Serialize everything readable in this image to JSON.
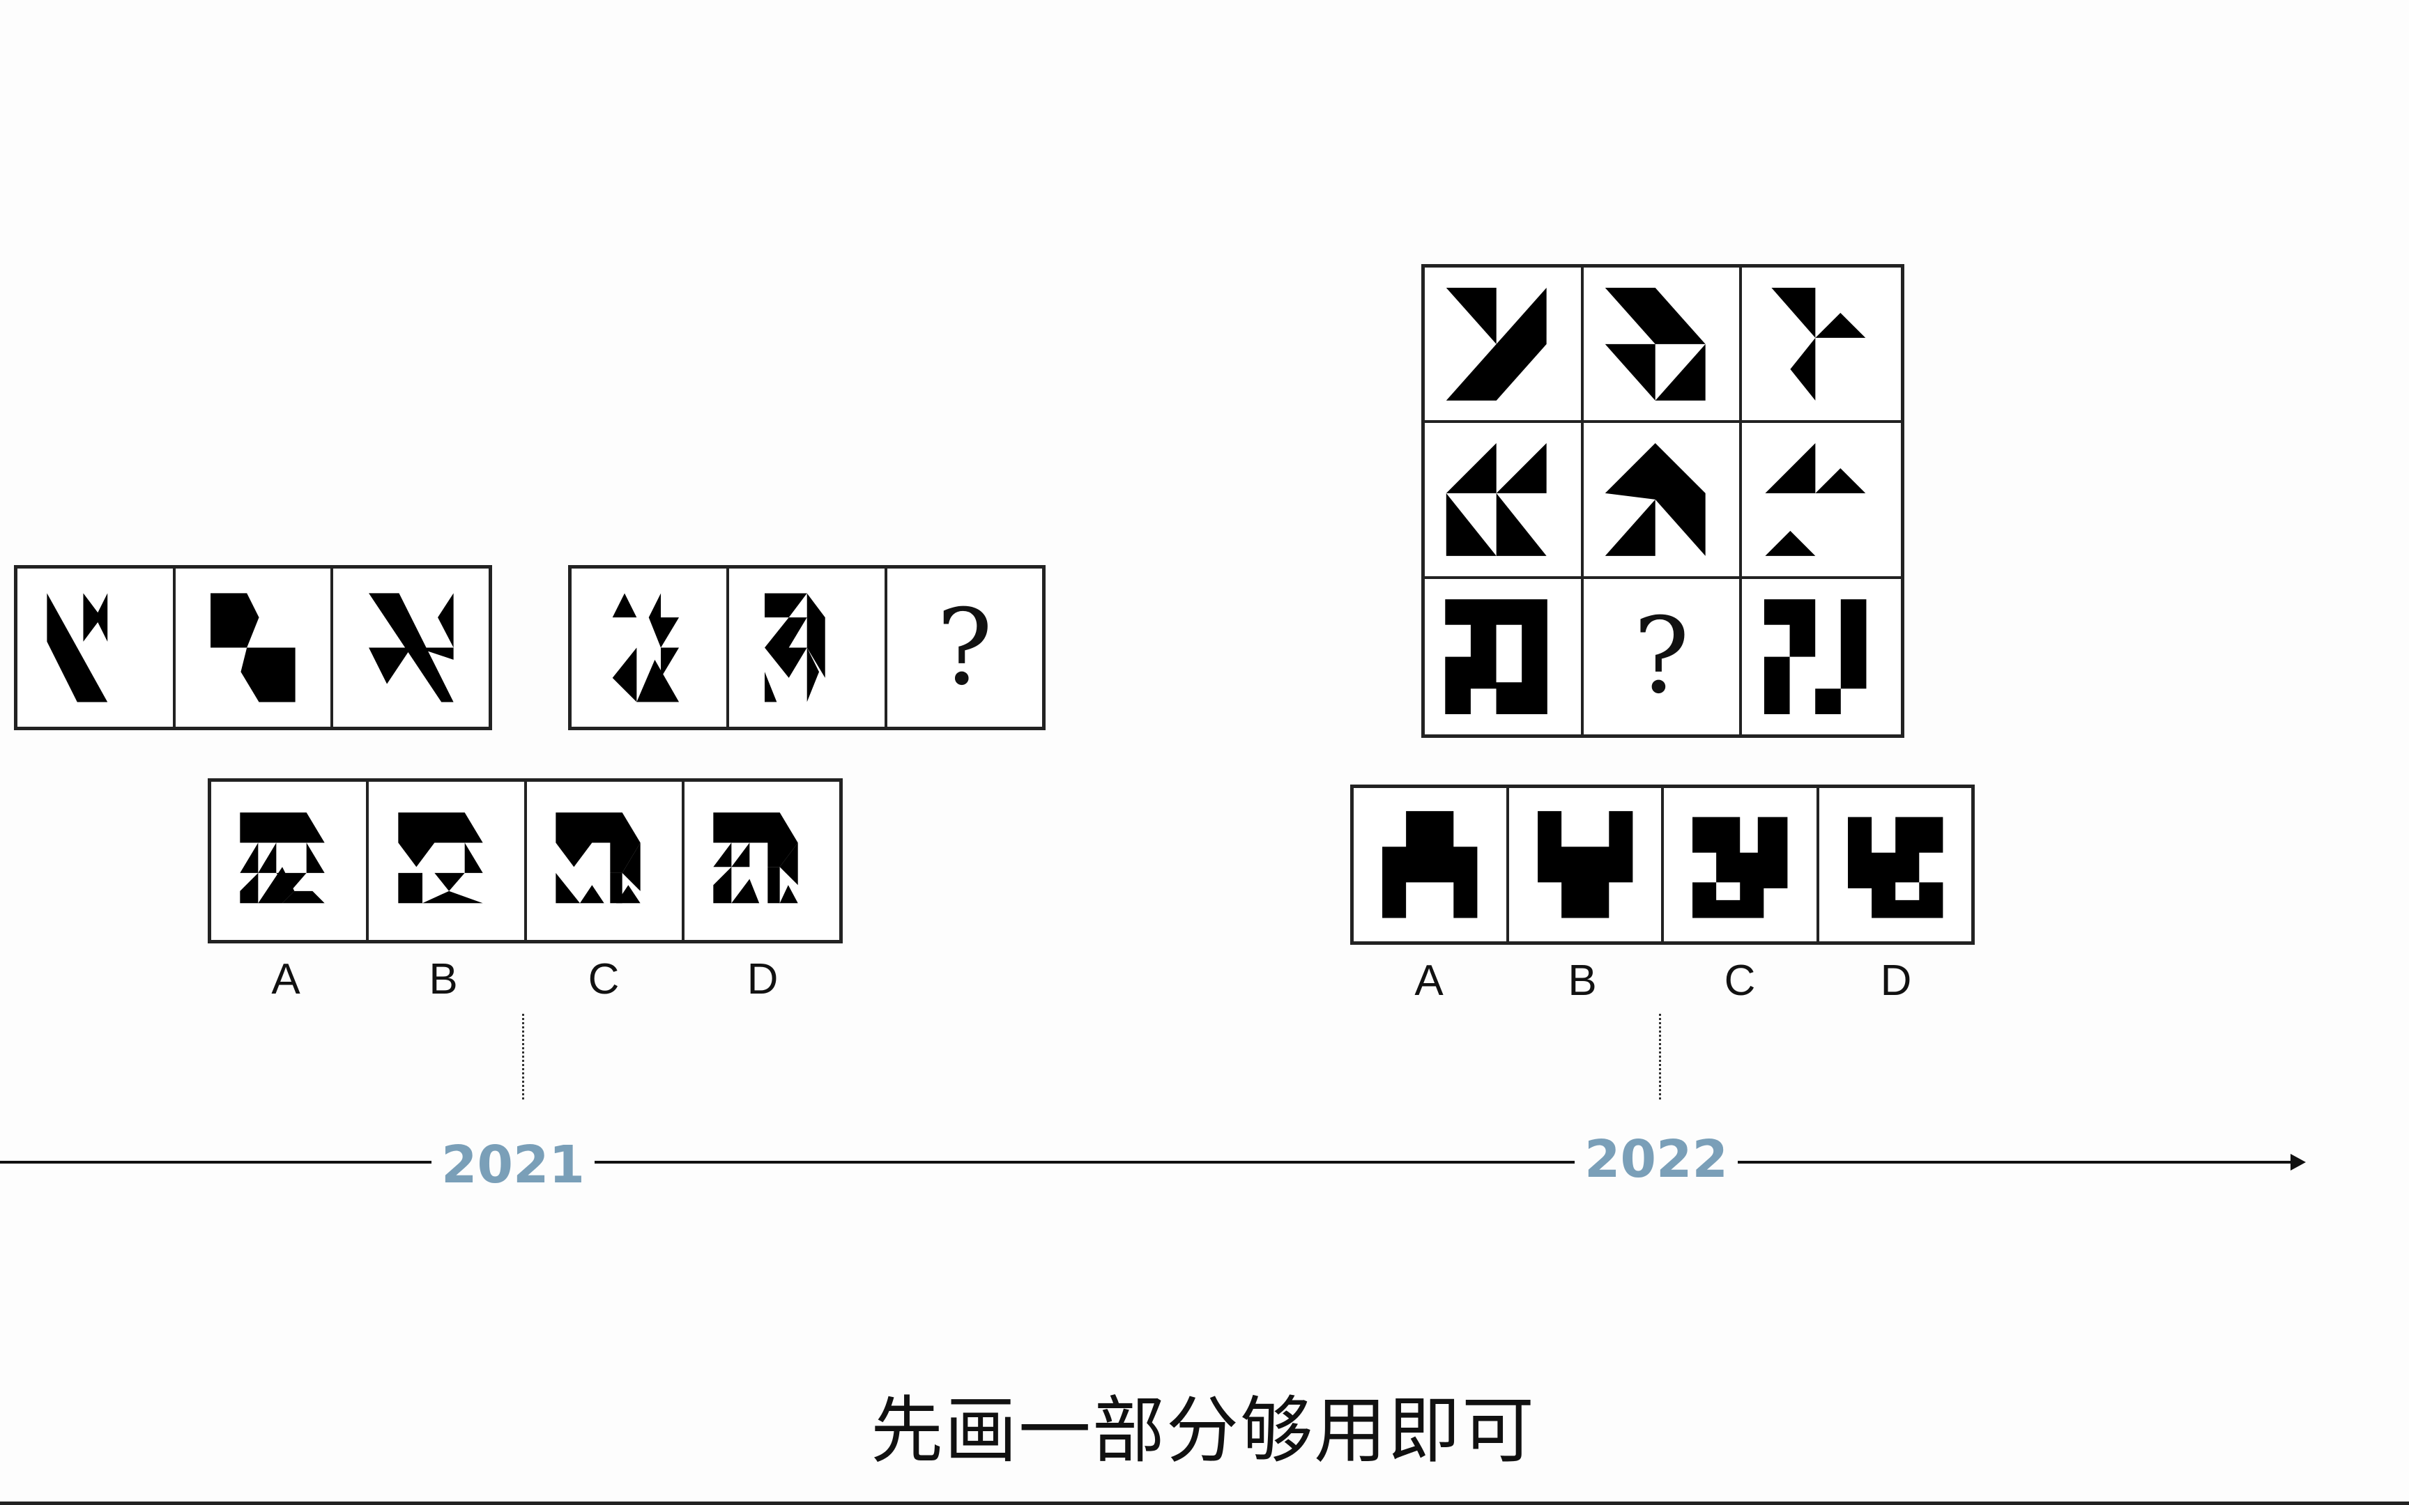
{
  "puzzle_2021": {
    "year_label": "2021",
    "question_group_1": {
      "cells": [
        "figure-1",
        "figure-2",
        "figure-3"
      ]
    },
    "question_group_2": {
      "cells": [
        "figure-4",
        "figure-5",
        "?"
      ]
    },
    "question_mark": "?",
    "options": [
      {
        "label": "A"
      },
      {
        "label": "B"
      },
      {
        "label": "C"
      },
      {
        "label": "D"
      }
    ]
  },
  "puzzle_2022": {
    "year_label": "2022",
    "grid": {
      "rows": 3,
      "cols": 3,
      "missing_cell": "row3-col2"
    },
    "question_mark": "?",
    "options": [
      {
        "label": "A"
      },
      {
        "label": "B"
      },
      {
        "label": "C"
      },
      {
        "label": "D"
      }
    ]
  },
  "timeline": {
    "years": [
      "2021",
      "2022"
    ],
    "line_color": "#111111",
    "year_color": "#7a9fb8"
  },
  "caption": "先画一部分够用即可"
}
